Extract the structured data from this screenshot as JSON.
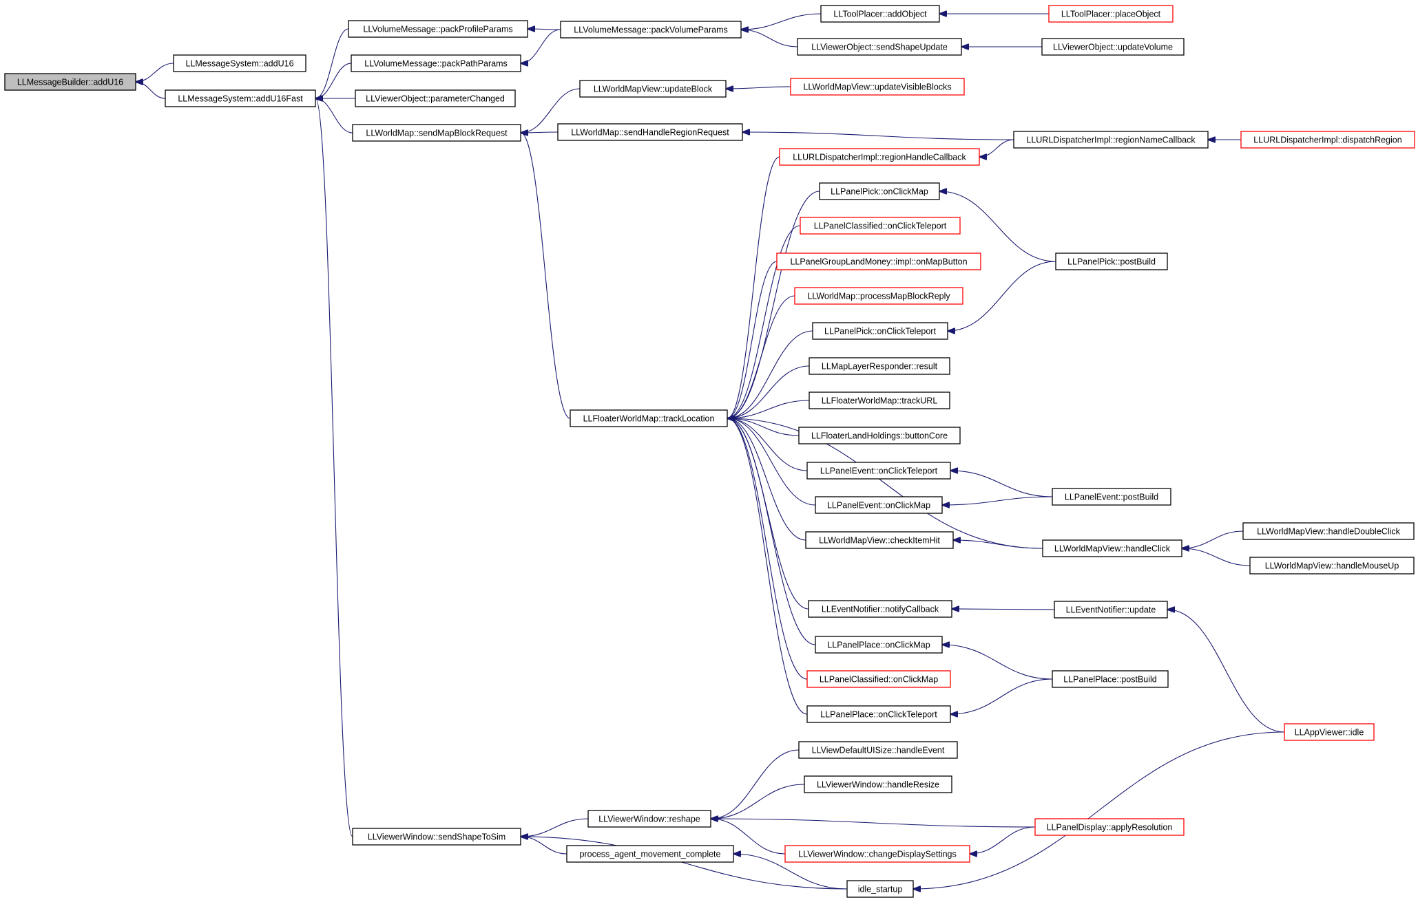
{
  "colors": {
    "edge": "#191970",
    "node_border": "#000000",
    "truncated_node_border": "#ff0000",
    "root_fill": "#bfbfbf",
    "background": "#ffffff"
  },
  "nodes": [
    {
      "id": "addU16_builder",
      "label": "LLMessageBuilder::addU16",
      "style": "root"
    },
    {
      "id": "addU16",
      "label": "LLMessageSystem::addU16",
      "style": "normal"
    },
    {
      "id": "addU16Fast",
      "label": "LLMessageSystem::addU16Fast",
      "style": "normal"
    },
    {
      "id": "packProfileParams",
      "label": "LLVolumeMessage::packProfileParams",
      "style": "normal"
    },
    {
      "id": "packPathParams",
      "label": "LLVolumeMessage::packPathParams",
      "style": "normal"
    },
    {
      "id": "packVolumeParams",
      "label": "LLVolumeMessage::packVolumeParams",
      "style": "normal"
    },
    {
      "id": "toolAddObject",
      "label": "LLToolPlacer::addObject",
      "style": "normal"
    },
    {
      "id": "placeObject",
      "label": "LLToolPlacer::placeObject",
      "style": "truncated"
    },
    {
      "id": "sendShapeUpdate",
      "label": "LLViewerObject::sendShapeUpdate",
      "style": "normal"
    },
    {
      "id": "updateVolume",
      "label": "LLViewerObject::updateVolume",
      "style": "normal"
    },
    {
      "id": "parameterChanged",
      "label": "LLViewerObject::parameterChanged",
      "style": "normal"
    },
    {
      "id": "updateBlock",
      "label": "LLWorldMapView::updateBlock",
      "style": "normal"
    },
    {
      "id": "updateVisibleBlocks",
      "label": "LLWorldMapView::updateVisibleBlocks",
      "style": "truncated"
    },
    {
      "id": "sendMapBlockRequest",
      "label": "LLWorldMap::sendMapBlockRequest",
      "style": "normal"
    },
    {
      "id": "sendHandleRegionRequest",
      "label": "LLWorldMap::sendHandleRegionRequest",
      "style": "normal"
    },
    {
      "id": "regionNameCallback",
      "label": "LLURLDispatcherImpl::regionNameCallback",
      "style": "normal"
    },
    {
      "id": "dispatchRegion",
      "label": "LLURLDispatcherImpl::dispatchRegion",
      "style": "truncated"
    },
    {
      "id": "regionHandleCallback",
      "label": "LLURLDispatcherImpl::regionHandleCallback",
      "style": "truncated"
    },
    {
      "id": "pickOnClickMap",
      "label": "LLPanelPick::onClickMap",
      "style": "normal"
    },
    {
      "id": "classifiedOnClickTeleport",
      "label": "LLPanelClassified::onClickTeleport",
      "style": "truncated"
    },
    {
      "id": "groupLandMoney",
      "label": "LLPanelGroupLandMoney::impl::onMapButton",
      "style": "truncated"
    },
    {
      "id": "processMapBlockReply",
      "label": "LLWorldMap::processMapBlockReply",
      "style": "truncated"
    },
    {
      "id": "pickPostBuild",
      "label": "LLPanelPick::postBuild",
      "style": "normal"
    },
    {
      "id": "pickOnClickTeleport",
      "label": "LLPanelPick::onClickTeleport",
      "style": "normal"
    },
    {
      "id": "mapLayerResult",
      "label": "LLMapLayerResponder::result",
      "style": "normal"
    },
    {
      "id": "trackURL",
      "label": "LLFloaterWorldMap::trackURL",
      "style": "normal"
    },
    {
      "id": "trackLocation",
      "label": "LLFloaterWorldMap::trackLocation",
      "style": "normal"
    },
    {
      "id": "buttonCore",
      "label": "LLFloaterLandHoldings::buttonCore",
      "style": "normal"
    },
    {
      "id": "eventOnClickTeleport",
      "label": "LLPanelEvent::onClickTeleport",
      "style": "normal"
    },
    {
      "id": "eventOnClickMap",
      "label": "LLPanelEvent::onClickMap",
      "style": "normal"
    },
    {
      "id": "eventPostBuild",
      "label": "LLPanelEvent::postBuild",
      "style": "normal"
    },
    {
      "id": "checkItemHit",
      "label": "LLWorldMapView::checkItemHit",
      "style": "normal"
    },
    {
      "id": "handleClick",
      "label": "LLWorldMapView::handleClick",
      "style": "normal"
    },
    {
      "id": "handleDoubleClick",
      "label": "LLWorldMapView::handleDoubleClick",
      "style": "normal"
    },
    {
      "id": "handleMouseUp",
      "label": "LLWorldMapView::handleMouseUp",
      "style": "normal"
    },
    {
      "id": "notifyCallback",
      "label": "LLEventNotifier::notifyCallback",
      "style": "normal"
    },
    {
      "id": "notifierUpdate",
      "label": "LLEventNotifier::update",
      "style": "normal"
    },
    {
      "id": "placeOnClickMap",
      "label": "LLPanelPlace::onClickMap",
      "style": "normal"
    },
    {
      "id": "classifiedOnClickMap",
      "label": "LLPanelClassified::onClickMap",
      "style": "truncated"
    },
    {
      "id": "placePostBuild",
      "label": "LLPanelPlace::postBuild",
      "style": "normal"
    },
    {
      "id": "placeOnClickTeleport",
      "label": "LLPanelPlace::onClickTeleport",
      "style": "normal"
    },
    {
      "id": "appViewerIdle",
      "label": "LLAppViewer::idle",
      "style": "truncated"
    },
    {
      "id": "uiSizeHandleEvent",
      "label": "LLViewDefaultUISize::handleEvent",
      "style": "normal"
    },
    {
      "id": "handleResize",
      "label": "LLViewerWindow::handleResize",
      "style": "normal"
    },
    {
      "id": "reshape",
      "label": "LLViewerWindow::reshape",
      "style": "normal"
    },
    {
      "id": "applyResolution",
      "label": "LLPanelDisplay::applyResolution",
      "style": "truncated"
    },
    {
      "id": "sendShapeToSim",
      "label": "LLViewerWindow::sendShapeToSim",
      "style": "normal"
    },
    {
      "id": "processAgentMovement",
      "label": "process_agent_movement_complete",
      "style": "normal"
    },
    {
      "id": "changeDisplaySettings",
      "label": "LLViewerWindow::changeDisplaySettings",
      "style": "truncated"
    },
    {
      "id": "idleStartup",
      "label": "idle_startup",
      "style": "normal"
    }
  ],
  "edges": [
    {
      "from": "addU16",
      "to": "addU16_builder"
    },
    {
      "from": "addU16Fast",
      "to": "addU16_builder"
    },
    {
      "from": "packProfileParams",
      "to": "addU16Fast"
    },
    {
      "from": "packPathParams",
      "to": "addU16Fast"
    },
    {
      "from": "parameterChanged",
      "to": "addU16Fast"
    },
    {
      "from": "sendMapBlockRequest",
      "to": "addU16Fast"
    },
    {
      "from": "sendShapeToSim",
      "to": "addU16Fast"
    },
    {
      "from": "packVolumeParams",
      "to": "packProfileParams"
    },
    {
      "from": "packVolumeParams",
      "to": "packPathParams"
    },
    {
      "from": "toolAddObject",
      "to": "packVolumeParams"
    },
    {
      "from": "sendShapeUpdate",
      "to": "packVolumeParams"
    },
    {
      "from": "placeObject",
      "to": "toolAddObject"
    },
    {
      "from": "updateVolume",
      "to": "sendShapeUpdate"
    },
    {
      "from": "updateBlock",
      "to": "sendMapBlockRequest"
    },
    {
      "from": "sendHandleRegionRequest",
      "to": "sendMapBlockRequest"
    },
    {
      "from": "trackLocation",
      "to": "sendMapBlockRequest"
    },
    {
      "from": "updateVisibleBlocks",
      "to": "updateBlock"
    },
    {
      "from": "regionNameCallback",
      "to": "sendHandleRegionRequest"
    },
    {
      "from": "dispatchRegion",
      "to": "regionNameCallback"
    },
    {
      "from": "regionNameCallback",
      "to": "regionHandleCallback"
    },
    {
      "from": "regionHandleCallback",
      "to": "trackLocation"
    },
    {
      "from": "pickOnClickMap",
      "to": "trackLocation"
    },
    {
      "from": "classifiedOnClickTeleport",
      "to": "trackLocation"
    },
    {
      "from": "groupLandMoney",
      "to": "trackLocation"
    },
    {
      "from": "processMapBlockReply",
      "to": "trackLocation"
    },
    {
      "from": "pickOnClickTeleport",
      "to": "trackLocation"
    },
    {
      "from": "mapLayerResult",
      "to": "trackLocation"
    },
    {
      "from": "trackURL",
      "to": "trackLocation"
    },
    {
      "from": "buttonCore",
      "to": "trackLocation"
    },
    {
      "from": "eventOnClickTeleport",
      "to": "trackLocation"
    },
    {
      "from": "eventOnClickMap",
      "to": "trackLocation"
    },
    {
      "from": "checkItemHit",
      "to": "trackLocation"
    },
    {
      "from": "handleClick",
      "to": "trackLocation"
    },
    {
      "from": "notifyCallback",
      "to": "trackLocation"
    },
    {
      "from": "placeOnClickMap",
      "to": "trackLocation"
    },
    {
      "from": "classifiedOnClickMap",
      "to": "trackLocation"
    },
    {
      "from": "placeOnClickTeleport",
      "to": "trackLocation"
    },
    {
      "from": "pickPostBuild",
      "to": "pickOnClickMap"
    },
    {
      "from": "pickPostBuild",
      "to": "pickOnClickTeleport"
    },
    {
      "from": "eventPostBuild",
      "to": "eventOnClickTeleport"
    },
    {
      "from": "eventPostBuild",
      "to": "eventOnClickMap"
    },
    {
      "from": "handleClick",
      "to": "checkItemHit"
    },
    {
      "from": "handleDoubleClick",
      "to": "handleClick"
    },
    {
      "from": "handleMouseUp",
      "to": "handleClick"
    },
    {
      "from": "notifierUpdate",
      "to": "notifyCallback"
    },
    {
      "from": "appViewerIdle",
      "to": "notifierUpdate"
    },
    {
      "from": "placePostBuild",
      "to": "placeOnClickMap"
    },
    {
      "from": "placePostBuild",
      "to": "placeOnClickTeleport"
    },
    {
      "from": "uiSizeHandleEvent",
      "to": "reshape"
    },
    {
      "from": "handleResize",
      "to": "reshape"
    },
    {
      "from": "applyResolution",
      "to": "reshape"
    },
    {
      "from": "changeDisplaySettings",
      "to": "reshape"
    },
    {
      "from": "applyResolution",
      "to": "changeDisplaySettings"
    },
    {
      "from": "reshape",
      "to": "sendShapeToSim"
    },
    {
      "from": "processAgentMovement",
      "to": "sendShapeToSim"
    },
    {
      "from": "idleStartup",
      "to": "sendShapeToSim"
    },
    {
      "from": "idleStartup",
      "to": "processAgentMovement"
    },
    {
      "from": "appViewerIdle",
      "to": "idleStartup"
    }
  ]
}
